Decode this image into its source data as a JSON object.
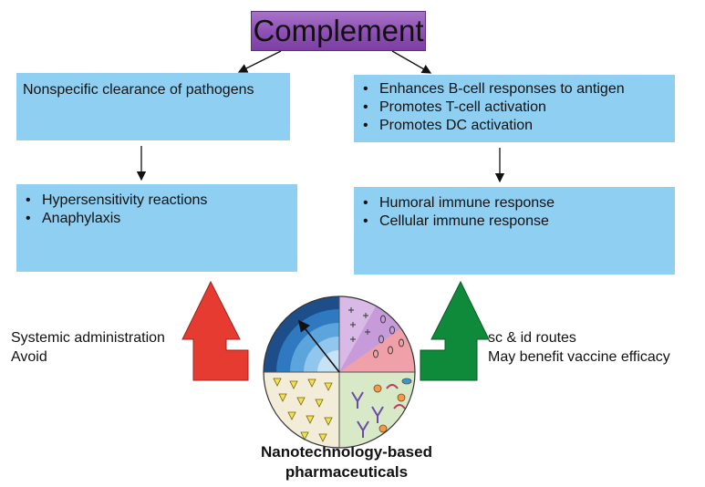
{
  "title": "Complement",
  "left_top_box": {
    "text": "Nonspecific clearance of pathogens"
  },
  "right_top_box": {
    "items": [
      "Enhances B-cell responses to antigen",
      "Promotes T-cell activation",
      "Promotes DC activation"
    ]
  },
  "left_bottom_box": {
    "items": [
      "Hypersensitivity reactions",
      "Anaphylaxis"
    ]
  },
  "right_bottom_box": {
    "items": [
      "Humoral immune response",
      "Cellular immune response"
    ]
  },
  "left_side_text": [
    "Systemic administration",
    "Avoid"
  ],
  "right_side_text": [
    "sc & id routes",
    "May benefit vaccine efficacy"
  ],
  "caption": [
    "Nanotechnology-based",
    "pharmaceuticals"
  ],
  "colors": {
    "title_bg": "#8d4fb3",
    "box_bg": "#8ecff2",
    "left_arrow": "#e53b30",
    "right_arrow": "#0f8a3a"
  }
}
